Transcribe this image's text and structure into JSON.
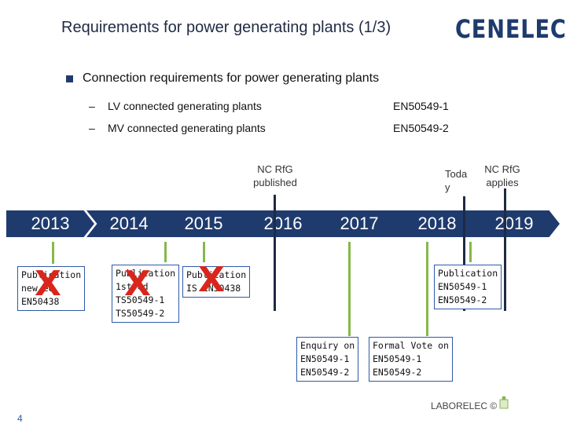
{
  "title": "Requirements for power generating plants (1/3)",
  "logo": "CENELEC",
  "bullet": "Connection requirements for power generating plants",
  "items": [
    {
      "label": "LV  connected generating plants",
      "code": "EN50549-1"
    },
    {
      "label": "MV  connected generating plants",
      "code": "EN50549-2"
    }
  ],
  "dash": "–",
  "notes": {
    "nc_published": "NC RfG\npublished",
    "today": "Toda\ny",
    "nc_applies": "NC RfG\napplies"
  },
  "years": [
    "2013",
    "2014",
    "2015",
    "2016",
    "2017",
    "2018",
    "2019"
  ],
  "boxes": {
    "b2013": "Publication\nnew ed\nEN50438",
    "b2014": "Publication\n1st ed\nTS50549-1\nTS50549-2",
    "b2015": "Publication\nIS EN50438",
    "b2018": "Publication\nEN50549-1\nEN50549-2",
    "enquiry": "Enquiry on\nEN50549-1\nEN50549-2",
    "vote": "Formal Vote on\nEN50549-1\nEN50549-2"
  },
  "xmark": "X",
  "footer": "LABORELEC ©",
  "page": "4",
  "colors": {
    "arrow": "#1f3b6e",
    "marker": "#86b84a",
    "cross": "#d9261c",
    "box_border": "#2e5aa8"
  }
}
